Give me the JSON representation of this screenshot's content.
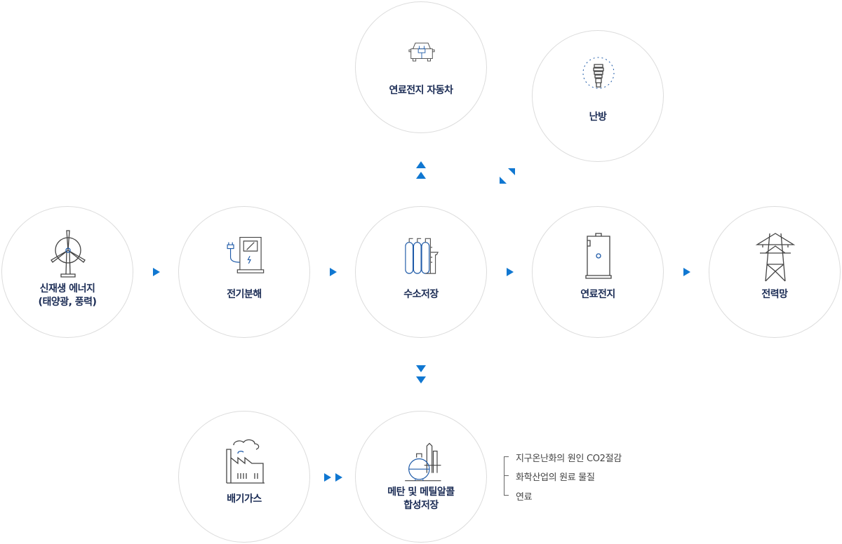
{
  "nodes": {
    "fcv": {
      "label": "연료전지 자동차",
      "icon": "car-plug-icon"
    },
    "heating": {
      "label": "난방",
      "icon": "light-bulb-icon"
    },
    "renewable": {
      "label_line1": "신재생 에너지",
      "label_line2": "(태양광, 풍력)",
      "icon": "wind-turbine-icon"
    },
    "electrolysis": {
      "label": "전기분해",
      "icon": "electrolyzer-icon"
    },
    "storage": {
      "label": "수소저장",
      "icon": "hydrogen-tanks-icon"
    },
    "fuelcell": {
      "label": "연료전지",
      "icon": "fuel-cell-icon"
    },
    "grid": {
      "label": "전력망",
      "icon": "power-tower-icon"
    },
    "exhaust": {
      "label": "배기가스",
      "icon": "factory-icon"
    },
    "methane": {
      "label_line1": "메탄 및 메틸알콜",
      "label_line2": "합성저장",
      "icon": "chemical-plant-icon"
    }
  },
  "notes": [
    "지구온난화의 원인 CO2절감",
    "화학산업의 원료 물질",
    "연료"
  ],
  "colors": {
    "arrow": "#1077d1",
    "label": "#1b2c55",
    "border": "#dcdcdc"
  }
}
